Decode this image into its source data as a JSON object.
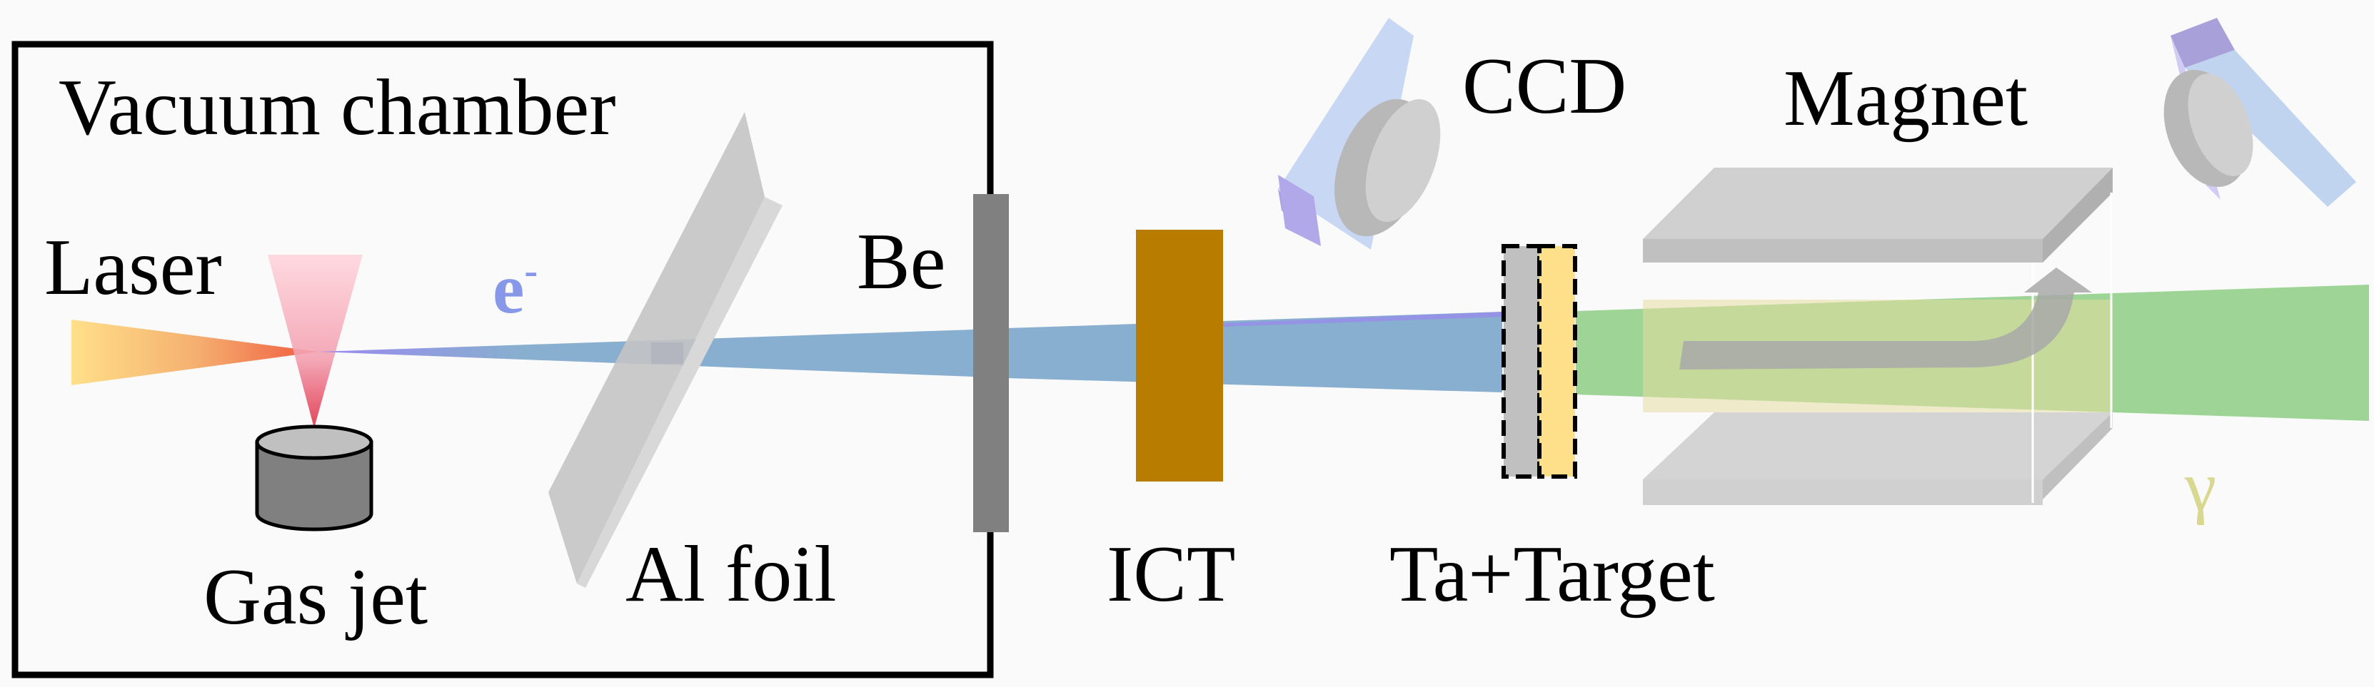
{
  "labels": {
    "vacuum_chamber": "Vacuum chamber",
    "laser": "Laser",
    "electron": "e",
    "electron_sup": "-",
    "gas_jet": "Gas jet",
    "al_foil": "Al foil",
    "be": "Be",
    "ict": "ICT",
    "ta_target": "Ta+Target",
    "ccd": "CCD",
    "magnet": "Magnet",
    "gamma": "γ"
  },
  "colors": {
    "laser_start": "#ffe08a",
    "laser_end": "#f05a40",
    "electron_beam": "#88aed0",
    "electron_label": "#8898e8",
    "ict": "#b87d00",
    "target": "#ffe08a",
    "gamma_beam": "#9ed496",
    "gamma_label": "#d8d890"
  }
}
